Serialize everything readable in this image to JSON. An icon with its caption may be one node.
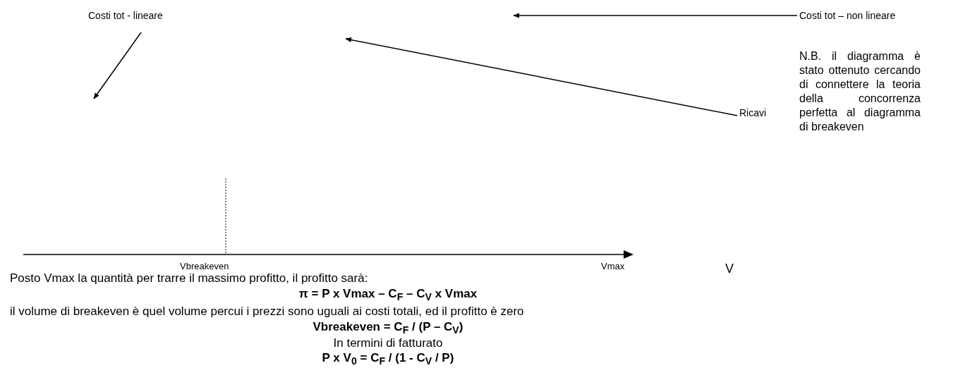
{
  "diagram": {
    "nodes": [
      {
        "text": [
          "Costi tot - lineare"
        ]
      },
      {
        "text": [
          "Costi tot – non lineare"
        ]
      },
      {
        "text": [
          "Ricavi"
        ]
      }
    ],
    "edges": [
      {
        "from": 0,
        "to": null,
        "arrow": "to"
      },
      {
        "from": 1,
        "to": null,
        "arrow": "to"
      },
      {
        "from": 2,
        "to": null,
        "arrow": "to"
      }
    ],
    "labels": [
      "Vbreakeven",
      "Vmax",
      "V",
      "N.B. il diagramma è stato ottenuto cercando di connettere la teoria della concorrenza perfetta al diagramma di breakeven",
      "Posto Vmax la quantità per trarre il massimo profitto, il profitto sarà:",
      "π = P x Vmax – C$_{F}$ – C$_{V}$ x Vmax",
      "il volume di breakeven è quel volume percui i prezzi sono uguali ai costi totali, ed il profitto è zero",
      "Vbreakeven = C$_{F}$ / (P – C$_{V}$)",
      "In termini di fatturato",
      "P x V$_{0}$ = C$_{F}$ / (1 - C$_{V}$ / P)"
    ]
  }
}
